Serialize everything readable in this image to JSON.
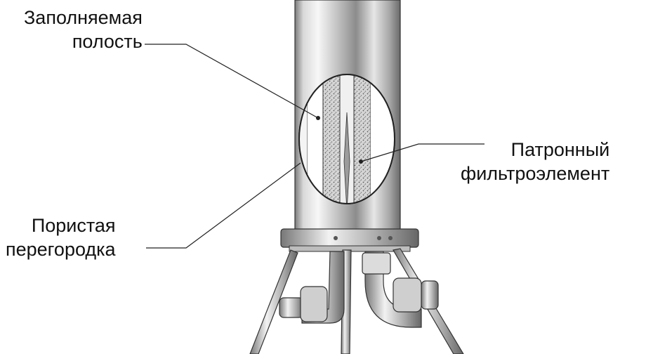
{
  "labels": {
    "cavity": {
      "line1": "Заполняемая",
      "line2": "полость"
    },
    "cartridge": {
      "line1": "Патронный",
      "line2": "фильтроэлемент"
    },
    "porous": {
      "line1": "Пористая",
      "line2": "перегородка"
    }
  },
  "colors": {
    "leader": "#222222",
    "steel_light": "#f2f2f2",
    "steel_dark": "#6e6e6e",
    "filter_media": "#9a9a9a"
  }
}
